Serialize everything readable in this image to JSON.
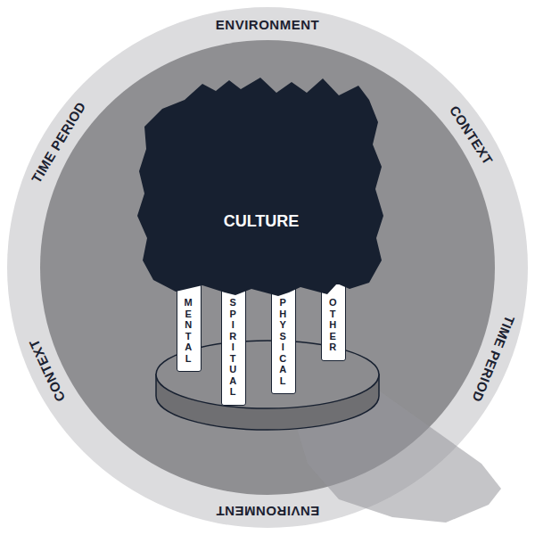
{
  "diagram": {
    "nodes": [
      {
        "text": [
          "CULTURE"
        ]
      },
      {
        "text": [
          "MENTAL"
        ]
      },
      {
        "text": [
          "SPIRITUAL"
        ]
      },
      {
        "text": [
          "PHYSICAL"
        ]
      },
      {
        "text": [
          "OTHER"
        ]
      }
    ],
    "labels": [
      "ENVIRONMENT",
      "CONTEXT",
      "TIME PERIOD",
      "ENVIRONMENT",
      "CONTEXT",
      "TIME PERIOD"
    ]
  }
}
